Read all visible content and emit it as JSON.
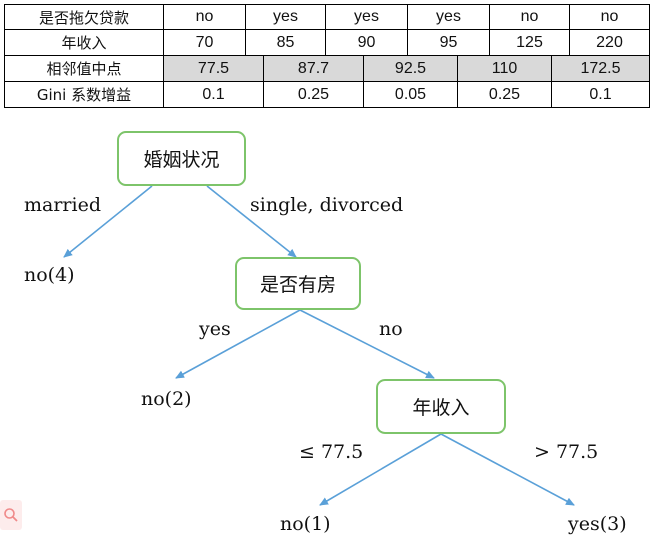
{
  "table": {
    "row1": {
      "label": "是否拖欠贷款",
      "values": [
        "no",
        "yes",
        "yes",
        "yes",
        "no",
        "no"
      ]
    },
    "row2": {
      "label": "年收入",
      "values": [
        "70",
        "85",
        "90",
        "95",
        "125",
        "220"
      ]
    },
    "row3": {
      "label": "相邻值中点",
      "values": [
        "77.5",
        "87.7",
        "92.5",
        "110",
        "172.5"
      ]
    },
    "row4": {
      "label": "Gini 系数增益",
      "values": [
        "0.1",
        "0.25",
        "0.05",
        "0.25",
        "0.1"
      ]
    }
  },
  "tree": {
    "root": "婚姻状况",
    "edge_left": "married",
    "edge_right": "single, divorced",
    "leaf_left": "no(4)",
    "node2": "是否有房",
    "edge_yes": "yes",
    "edge_no": "no",
    "leaf_no2": "no(2)",
    "node3": "年收入",
    "edge_le": "≤ 77.5",
    "edge_gt": "> 77.5",
    "leaf_no1": "no(1)",
    "leaf_yes3": "yes(3)"
  },
  "colors": {
    "edge": "#5aa0d8",
    "node_border": "#7dc46a",
    "shade": "#d9d9d9"
  },
  "icons": {
    "watermark": "search-icon"
  }
}
